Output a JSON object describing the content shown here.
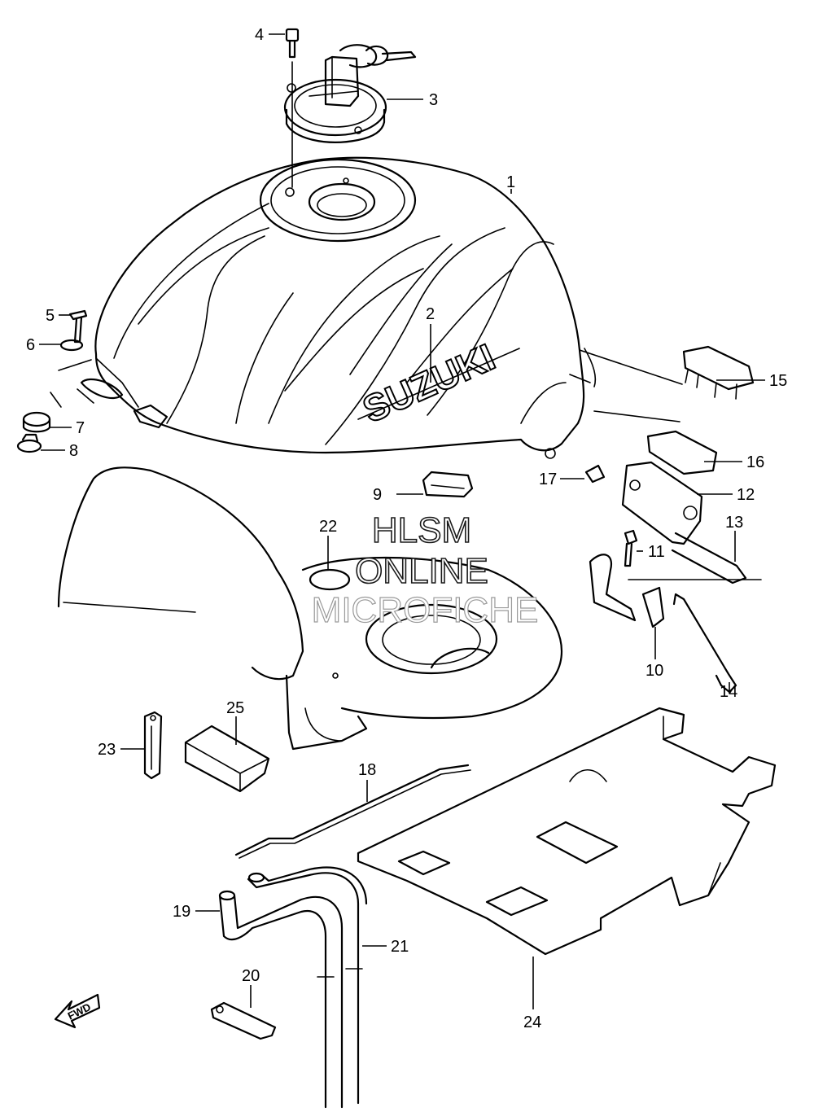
{
  "diagram": {
    "callouts": [
      {
        "id": "c1",
        "label": "1"
      },
      {
        "id": "c2",
        "label": "2"
      },
      {
        "id": "c3",
        "label": "3"
      },
      {
        "id": "c4",
        "label": "4"
      },
      {
        "id": "c5",
        "label": "5"
      },
      {
        "id": "c6",
        "label": "6"
      },
      {
        "id": "c7",
        "label": "7"
      },
      {
        "id": "c8",
        "label": "8"
      },
      {
        "id": "c9",
        "label": "9"
      },
      {
        "id": "c10",
        "label": "10"
      },
      {
        "id": "c11",
        "label": "11"
      },
      {
        "id": "c12",
        "label": "12"
      },
      {
        "id": "c13",
        "label": "13"
      },
      {
        "id": "c14",
        "label": "14"
      },
      {
        "id": "c15",
        "label": "15"
      },
      {
        "id": "c16",
        "label": "16"
      },
      {
        "id": "c17",
        "label": "17"
      },
      {
        "id": "c18",
        "label": "18"
      },
      {
        "id": "c19",
        "label": "19"
      },
      {
        "id": "c20",
        "label": "20"
      },
      {
        "id": "c21",
        "label": "21"
      },
      {
        "id": "c22",
        "label": "22"
      },
      {
        "id": "c23",
        "label": "23"
      },
      {
        "id": "c24",
        "label": "24"
      },
      {
        "id": "c25",
        "label": "25"
      }
    ],
    "brand_text": "SUZUKI",
    "fwd_text": "FWD",
    "watermark": {
      "line1": "HLSM",
      "line2": "ONLINE",
      "line3": "MICROFICHE"
    }
  }
}
